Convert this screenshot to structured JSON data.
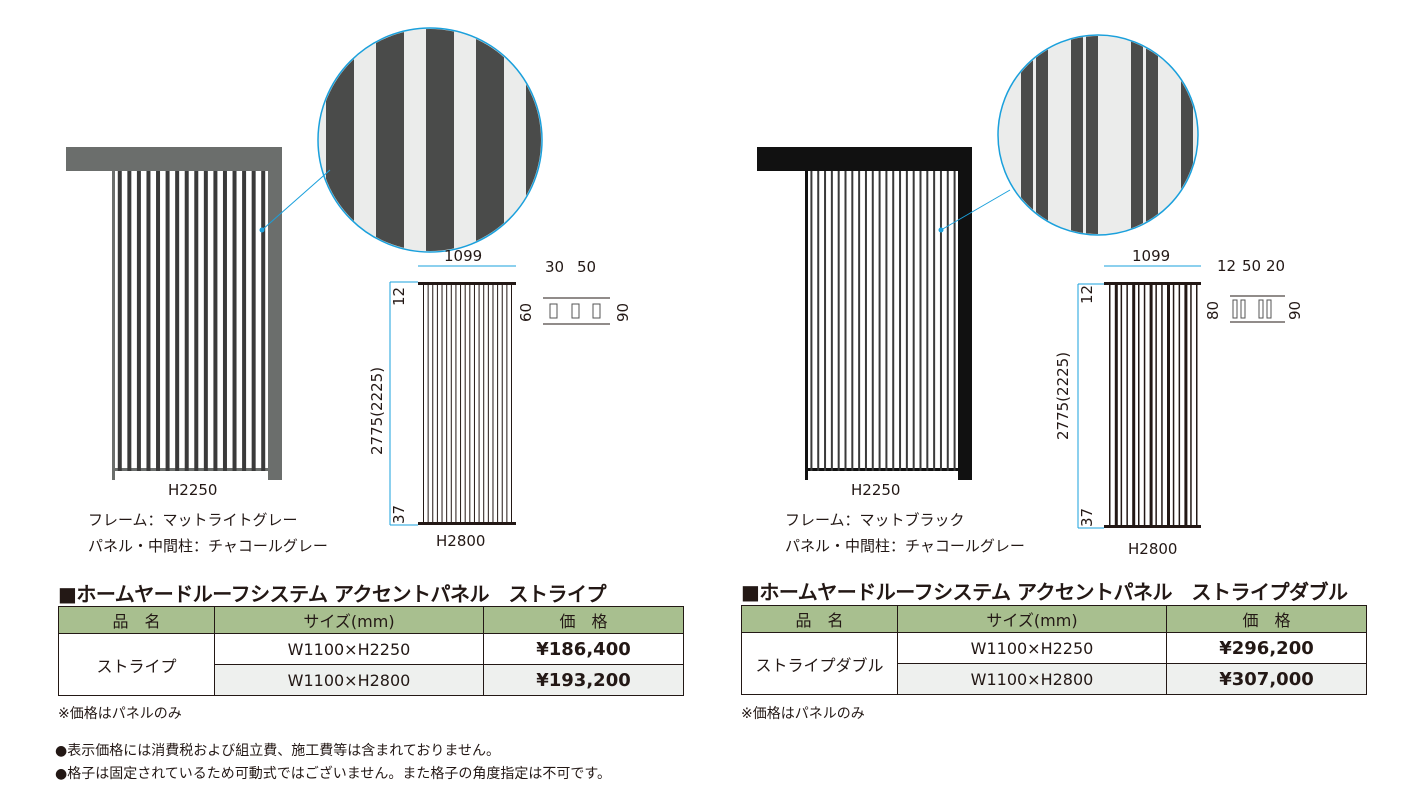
{
  "left": {
    "height_label": "H2250",
    "frame_label": "フレーム：マットライトグレー",
    "panel_label": "パネル・中間柱：チャコールグレー",
    "dims": {
      "width": "1099",
      "top": "12",
      "bottom": "37",
      "height": "2775(2225)",
      "h": "H2800",
      "s1": "30",
      "s2": "50",
      "d1": "60",
      "d2": "90"
    },
    "title": "■ホームヤードルーフシステム アクセントパネル　ストライプ",
    "headers": [
      "品　名",
      "サイズ(mm)",
      "価　格"
    ],
    "product": "ストライプ",
    "rows": [
      {
        "size": "W1100×H2250",
        "price": "¥186,400"
      },
      {
        "size": "W1100×H2800",
        "price": "¥193,200"
      }
    ],
    "note": "※価格はパネルのみ",
    "frame_color": "#6b6e6c"
  },
  "right": {
    "height_label": "H2250",
    "frame_label": "フレーム：マットブラック",
    "panel_label": "パネル・中間柱：チャコールグレー",
    "dims": {
      "width": "1099",
      "top": "12",
      "bottom": "37",
      "height": "2775(2225)",
      "h": "H2800",
      "s1": "12",
      "s2": "50",
      "s3": "20",
      "d1": "80",
      "d2": "90"
    },
    "title": "■ホームヤードルーフシステム アクセントパネル　ストライプダブル",
    "headers": [
      "品　名",
      "サイズ(mm)",
      "価　格"
    ],
    "product": "ストライプダブル",
    "rows": [
      {
        "size": "W1100×H2250",
        "price": "¥296,200"
      },
      {
        "size": "W1100×H2800",
        "price": "¥307,000"
      }
    ],
    "note": "※価格はパネルのみ",
    "frame_color": "#111111"
  },
  "footnotes": [
    "●表示価格には消費税および組立費、施工費等は含まれておりません。",
    "●格子は固定されているため可動式ではございません。また格子の角度指定は不可です。"
  ],
  "colors": {
    "header_bg": "#a8bf8f",
    "dimension_line": "#1aa0dc"
  }
}
